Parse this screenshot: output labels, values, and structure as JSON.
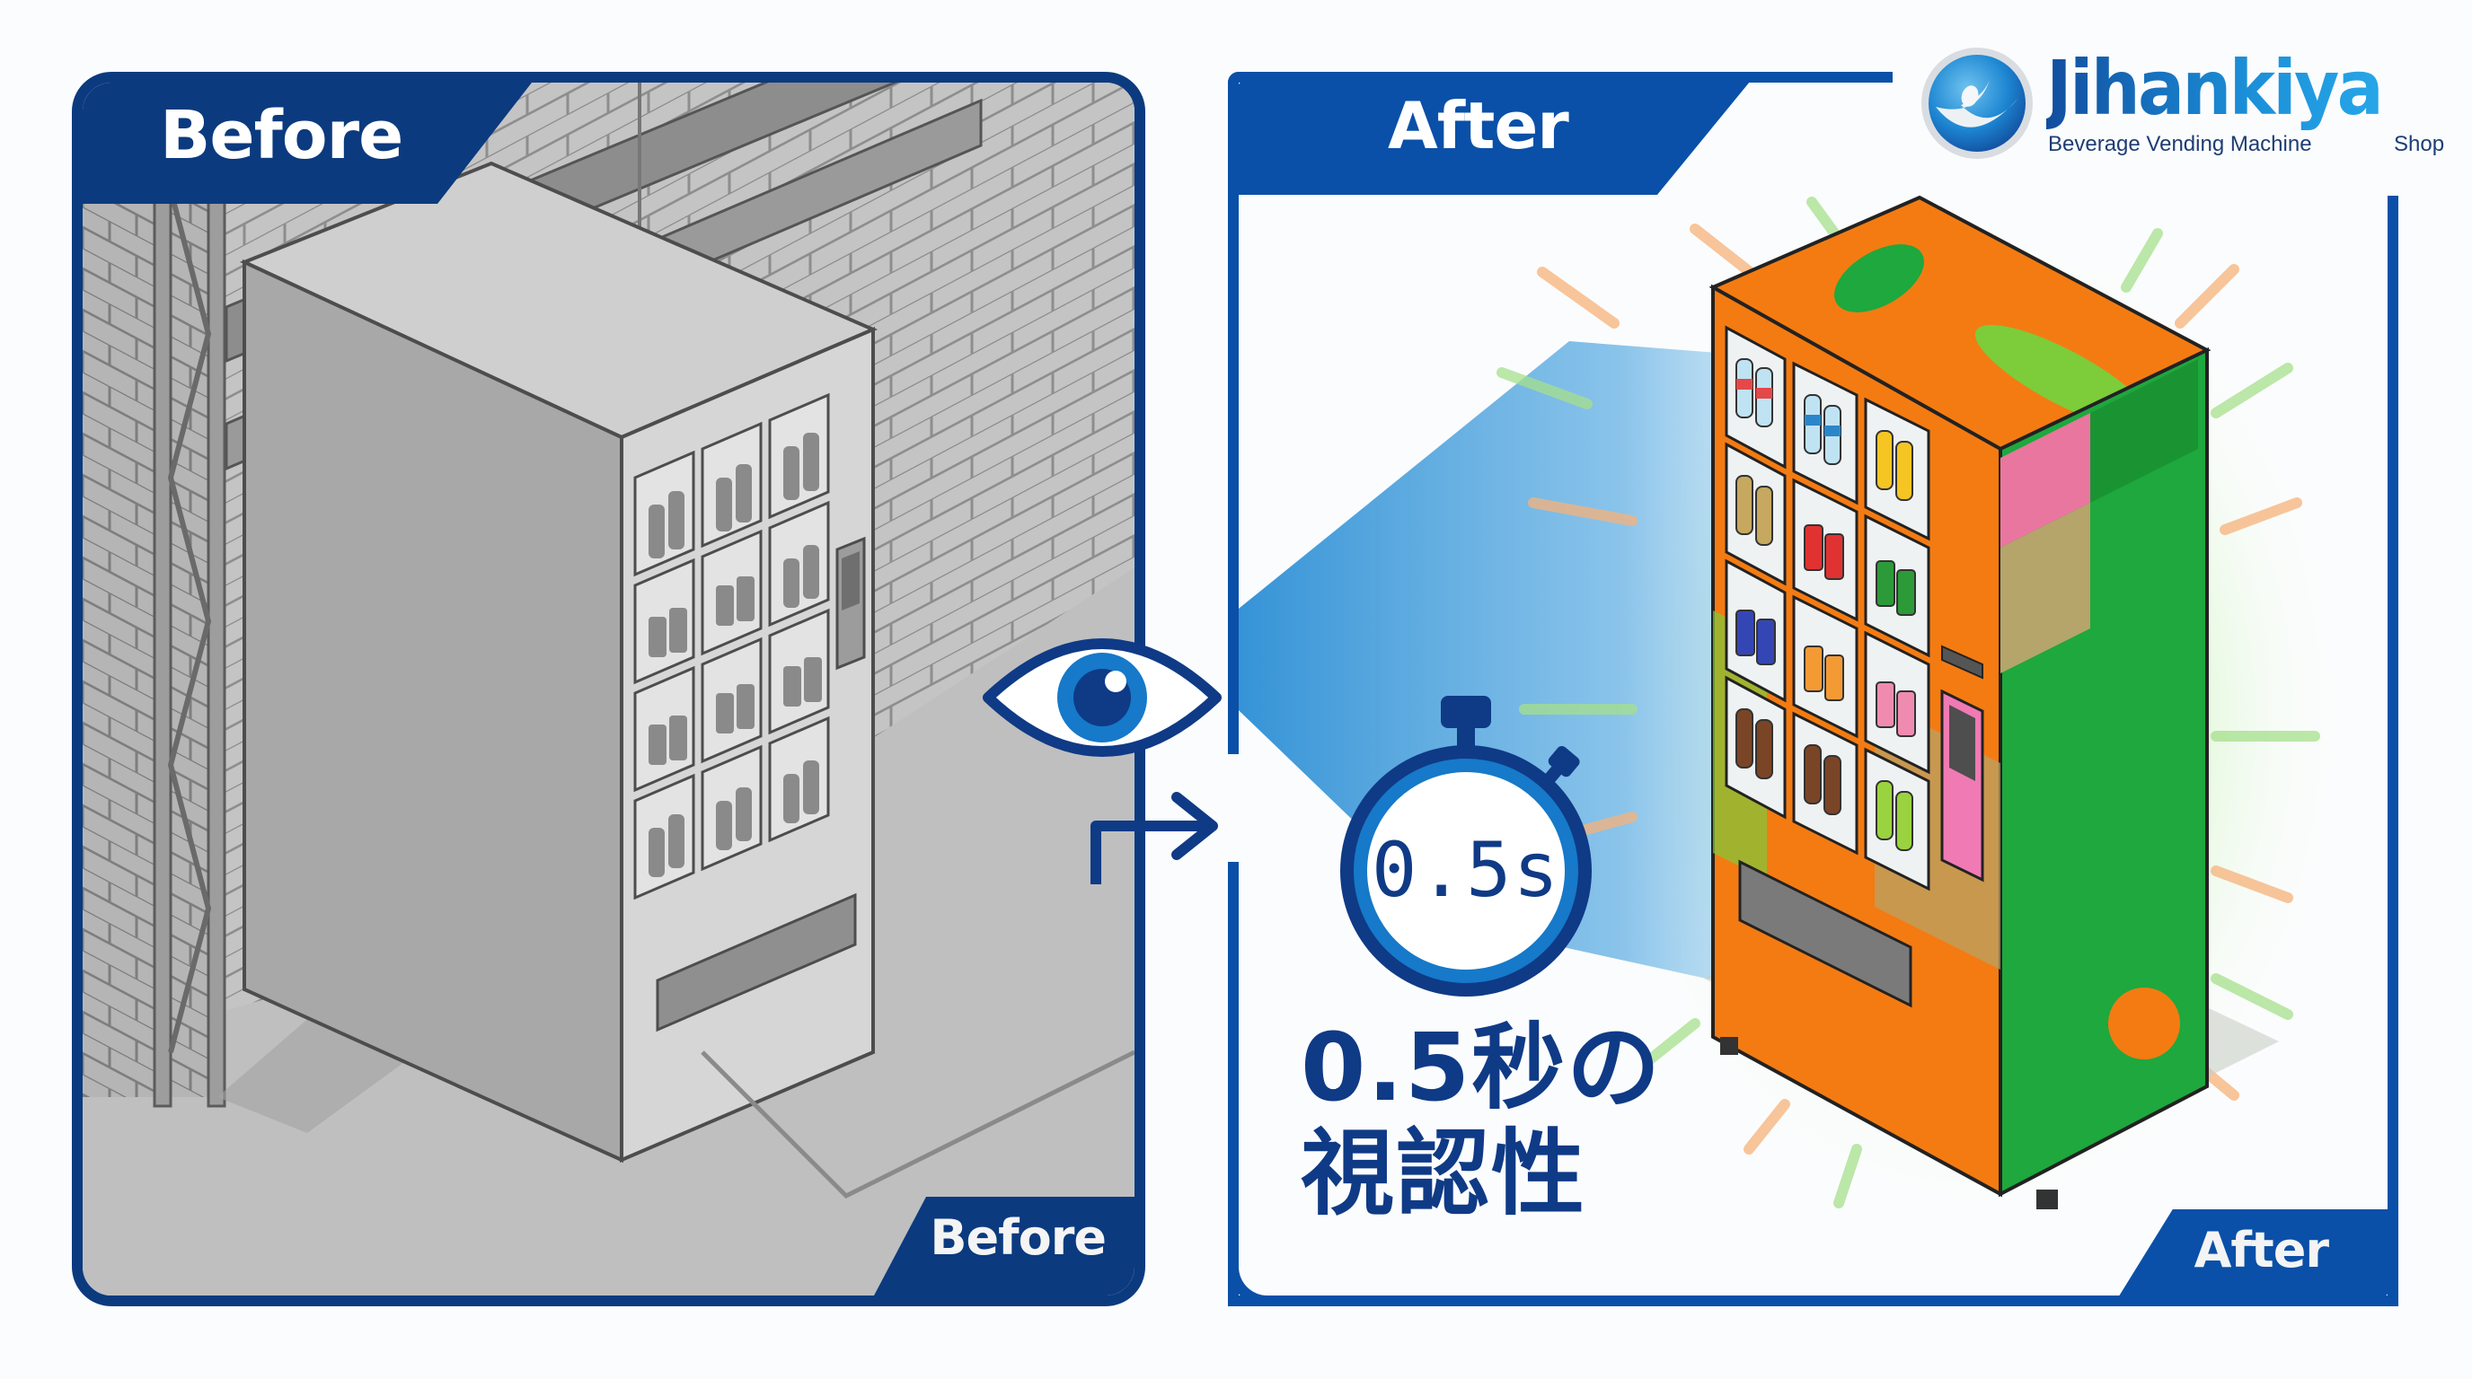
{
  "brand": {
    "name": "Jihankiya",
    "tagline": "Beverage Vending Machine",
    "tagline_suffix": "Shop",
    "icon": "globe-swoosh-logo-icon",
    "colors": {
      "primary": "#124e9f",
      "accent": "#27a6e8"
    }
  },
  "before": {
    "header_label": "Before",
    "footer_label": "Before",
    "scene": "grayscale dim warehouse alley with plain gray vending machine",
    "tint": "#c9c9c9",
    "border_color": "#0b3a7f"
  },
  "after": {
    "header_label": "After",
    "footer_label": "After",
    "scene": "colorful orange and green wrapped vending machine with glowing highlight",
    "border_color": "#0a50a8",
    "wrap_colors": [
      "#f47b12",
      "#1ea83d",
      "#7dcc3a",
      "#e9769e",
      "#b5a56a"
    ]
  },
  "transition": {
    "eye_icon": "eye-icon",
    "arrow_icon": "arrow-right-icon",
    "stopwatch_icon": "stopwatch-icon",
    "stopwatch_display": "0.5s"
  },
  "headline": {
    "line1": "0.5秒の",
    "line2": "視認性"
  }
}
